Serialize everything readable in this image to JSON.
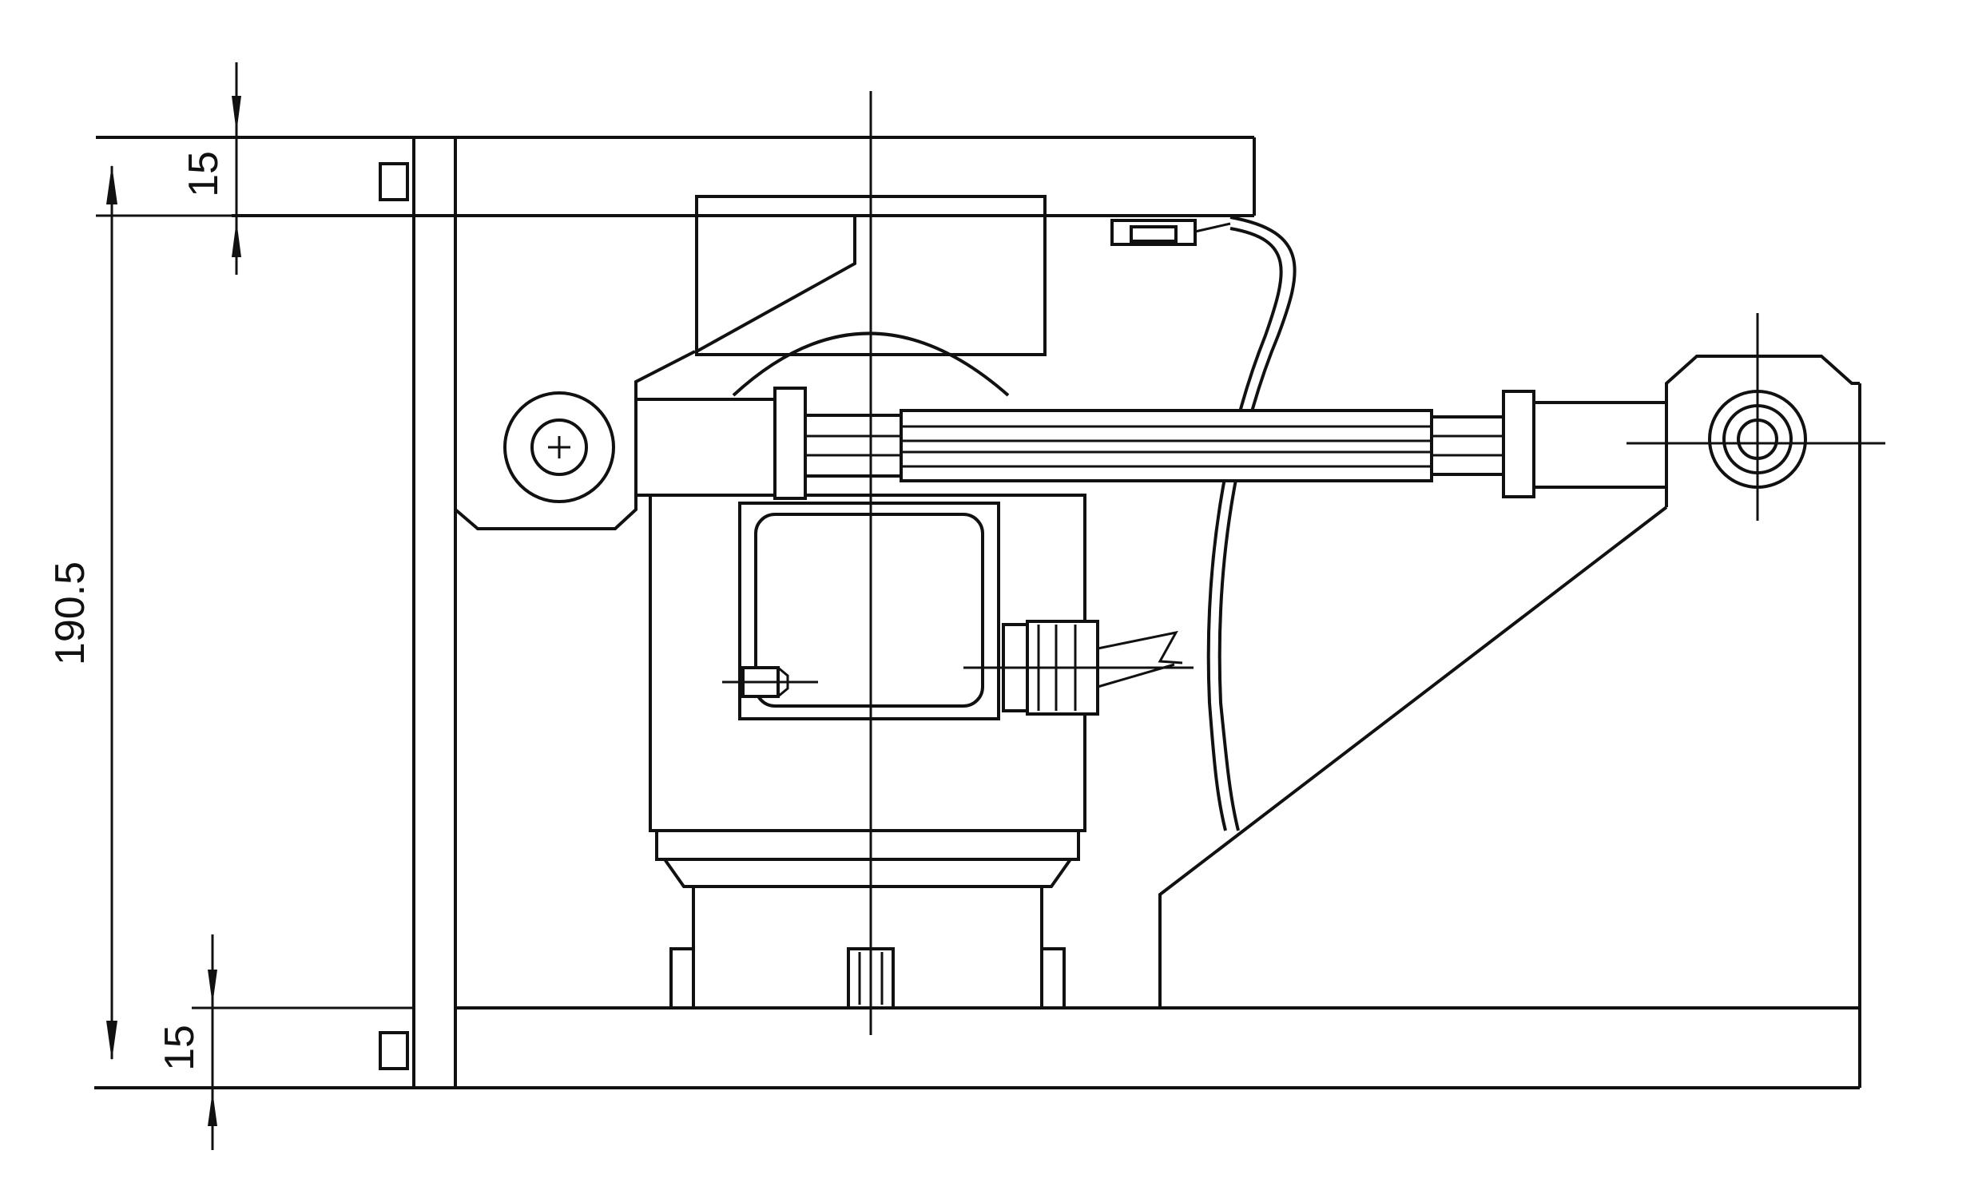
{
  "dimensions": {
    "top_plate": "15",
    "overall_height": "190.5",
    "bottom_plate": "15"
  },
  "colors": {
    "line": "#111111",
    "background": "#ffffff"
  }
}
